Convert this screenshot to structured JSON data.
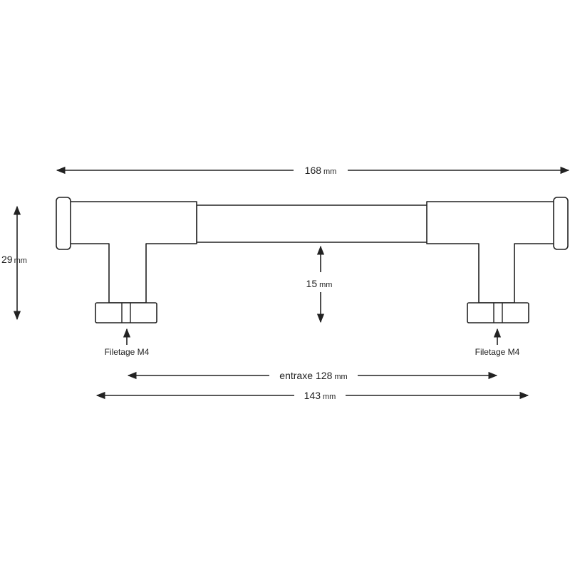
{
  "dimensions": {
    "overall_length": {
      "value": "168",
      "unit": "mm"
    },
    "height": {
      "value": "29",
      "unit": "mm"
    },
    "clearance": {
      "value": "15",
      "unit": "mm"
    },
    "center_distance": {
      "prefix": "entraxe",
      "value": "128",
      "unit": "mm"
    },
    "base_span": {
      "value": "143",
      "unit": "mm"
    }
  },
  "thread_labels": {
    "left": "Filetage M4",
    "right": "Filetage M4"
  }
}
